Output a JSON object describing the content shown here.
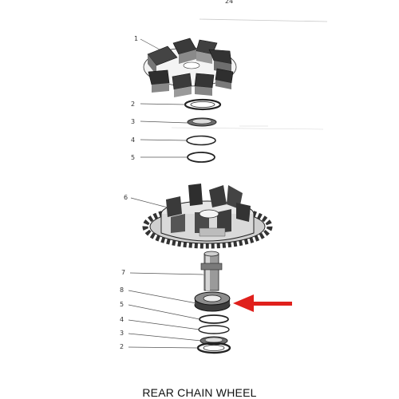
{
  "diagram": {
    "caption": "REAR CHAIN WHEEL",
    "page_mark": "24",
    "arrow_color": "#e0201c",
    "callouts": {
      "top_1": "1",
      "top_2": "2",
      "top_3": "3",
      "top_4": "4",
      "top_5": "5",
      "mid_6": "6",
      "bot_7": "7",
      "bot_8": "8",
      "bot_5": "5",
      "bot_4": "4",
      "bot_3": "3",
      "bot_2": "2"
    }
  }
}
